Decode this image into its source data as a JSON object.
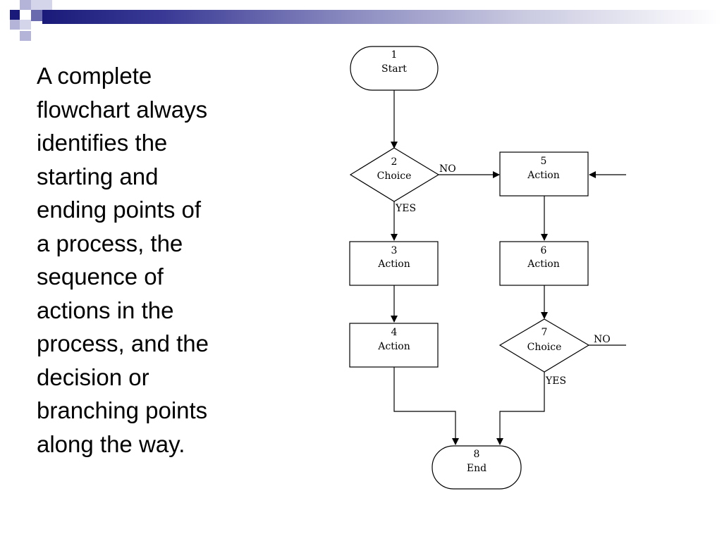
{
  "body_text": "A complete\nflowchart always\nidentifies the\nstarting and\nending points of\na process, the\nsequence of\nactions in the\nprocess, and the\ndecision or\nbranching points\nalong the way.",
  "flowchart": {
    "nodes": {
      "n1": {
        "number": "1",
        "label": "Start"
      },
      "n2": {
        "number": "2",
        "label": "Choice"
      },
      "n3": {
        "number": "3",
        "label": "Action"
      },
      "n4": {
        "number": "4",
        "label": "Action"
      },
      "n5": {
        "number": "5",
        "label": "Action"
      },
      "n6": {
        "number": "6",
        "label": "Action"
      },
      "n7": {
        "number": "7",
        "label": "Choice"
      },
      "n8": {
        "number": "8",
        "label": "End"
      }
    },
    "edge_labels": {
      "n2_no": "NO",
      "n2_yes": "YES",
      "n7_no": "NO",
      "n7_yes": "YES"
    }
  },
  "colors": {
    "brand_dark": "#1a1a7a"
  }
}
